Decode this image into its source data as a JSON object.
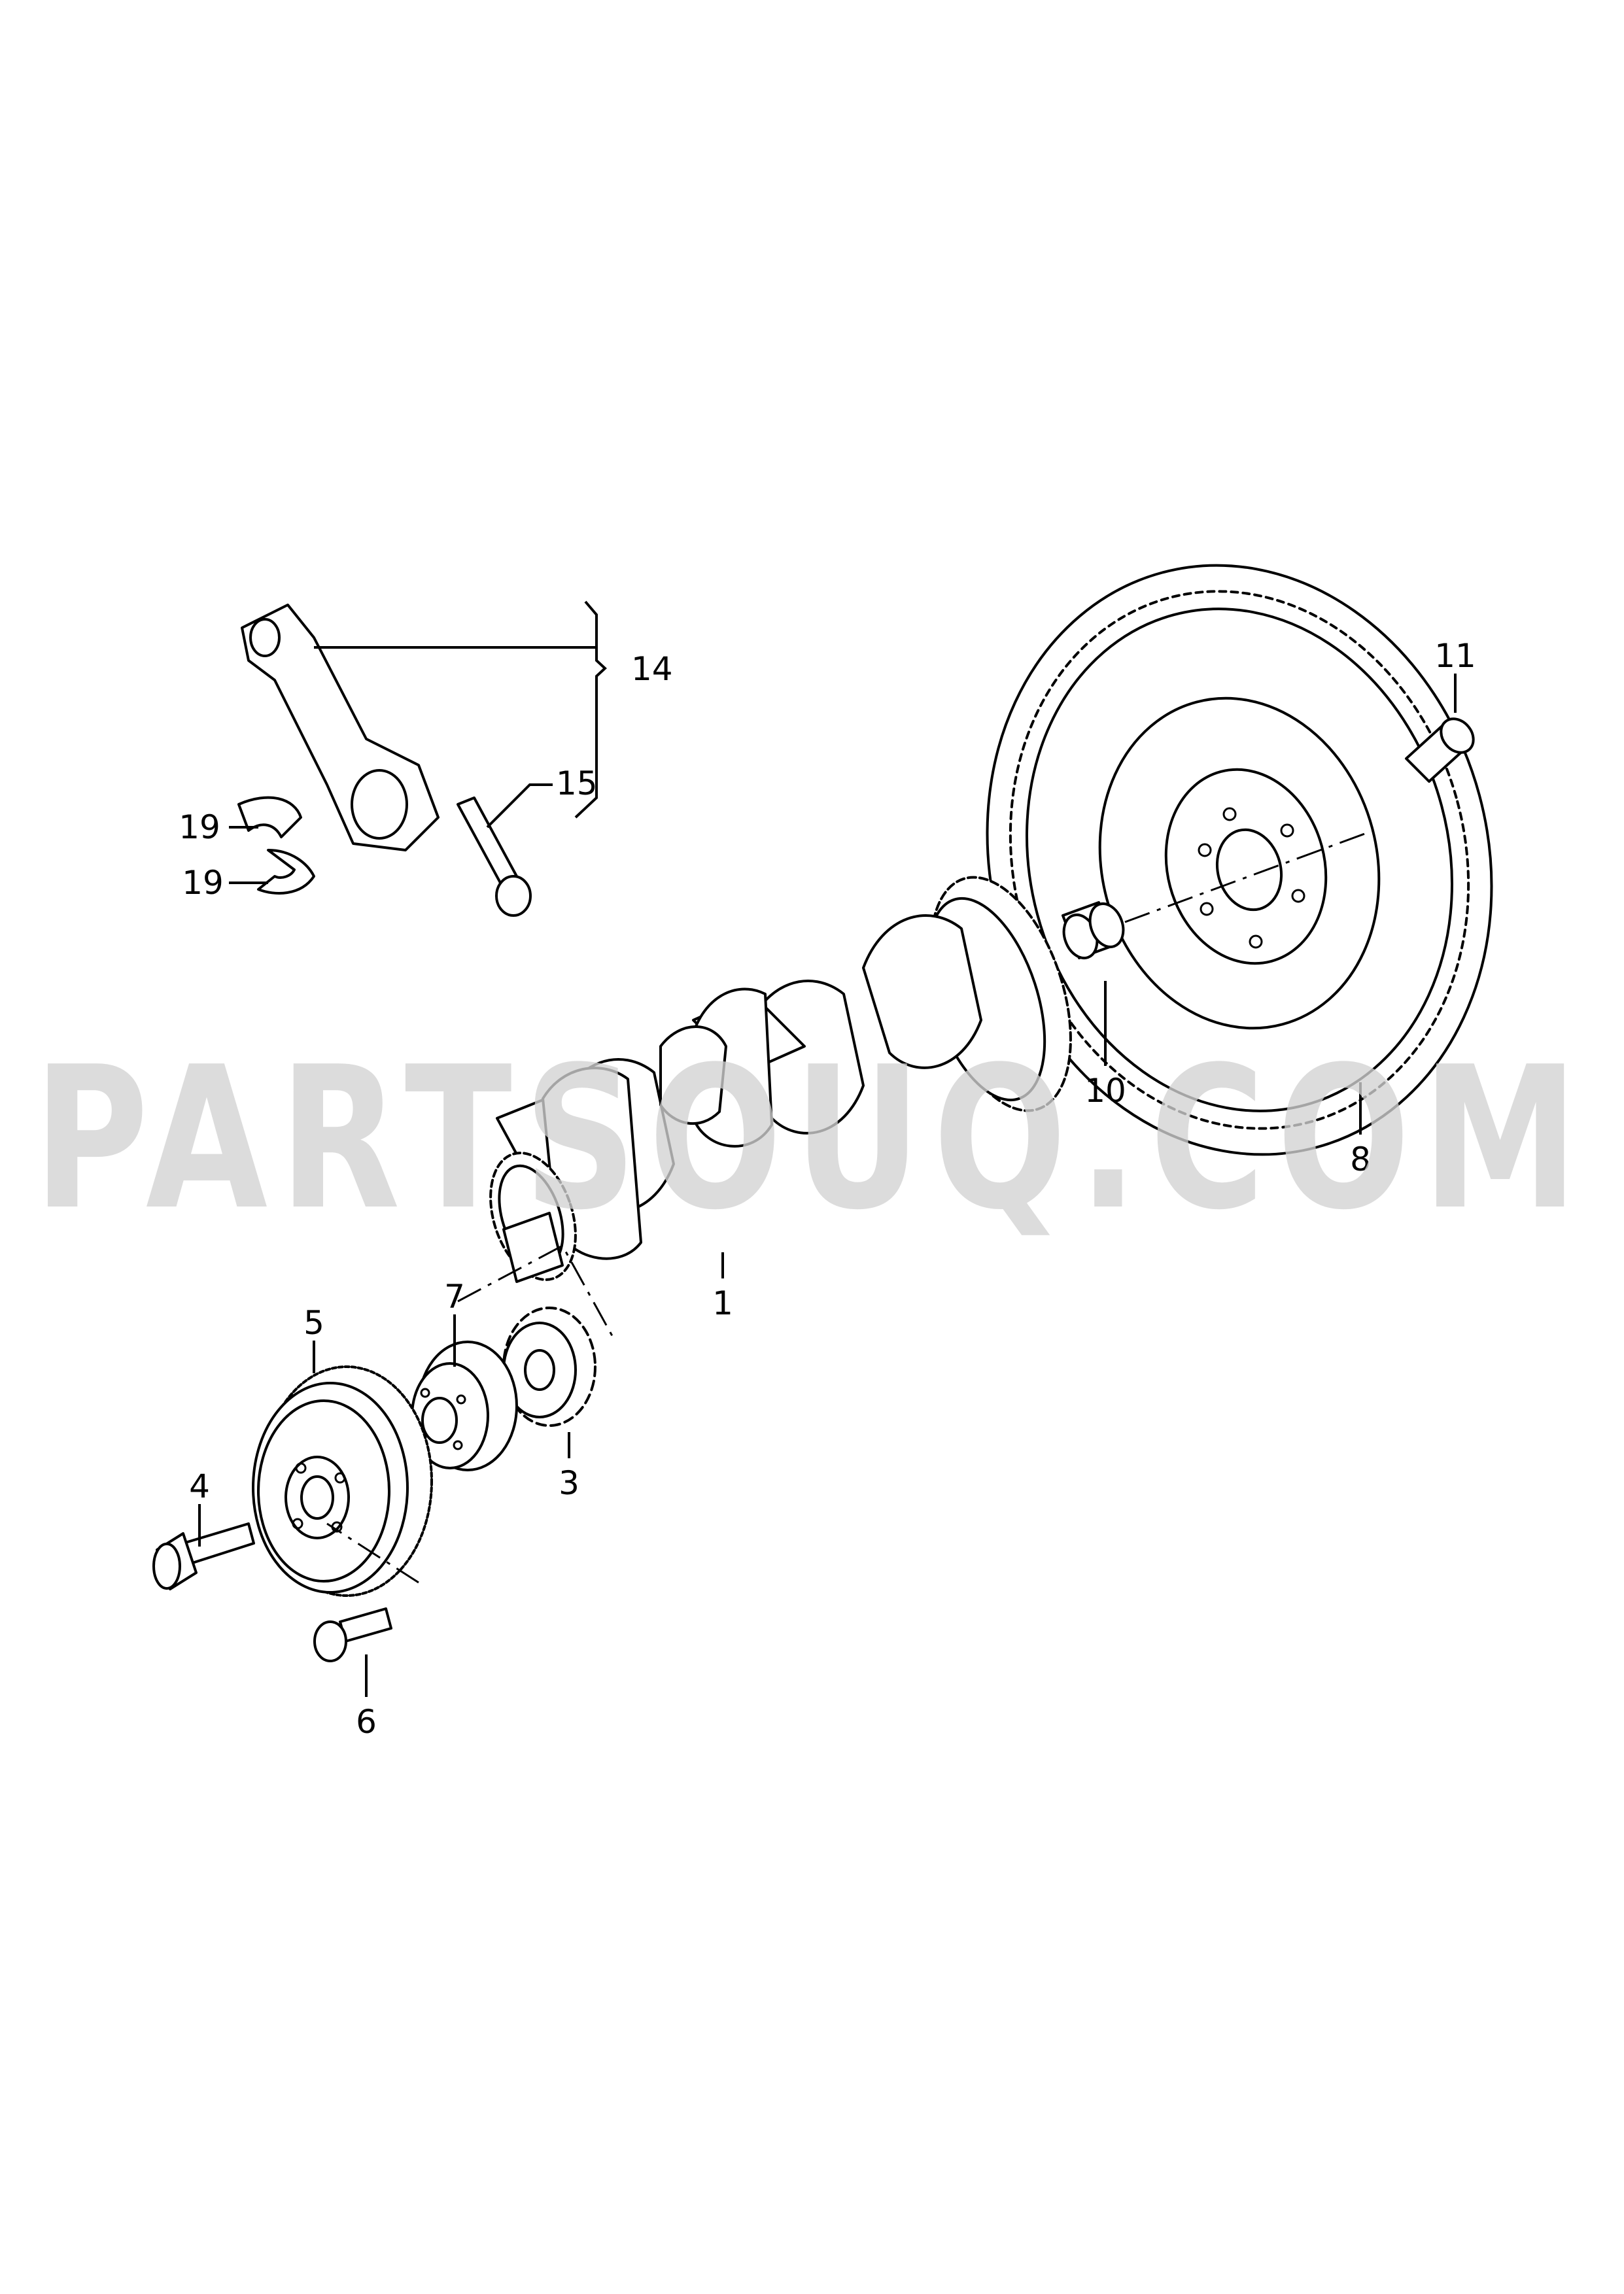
{
  "watermark": "PARTSOUQ.COM",
  "callouts": {
    "c1": "1",
    "c3": "3",
    "c4": "4",
    "c5": "5",
    "c6": "6",
    "c7": "7",
    "c8": "8",
    "c10": "10",
    "c11": "11",
    "c14": "14",
    "c15": "15",
    "c19a": "19",
    "c19b": "19"
  }
}
